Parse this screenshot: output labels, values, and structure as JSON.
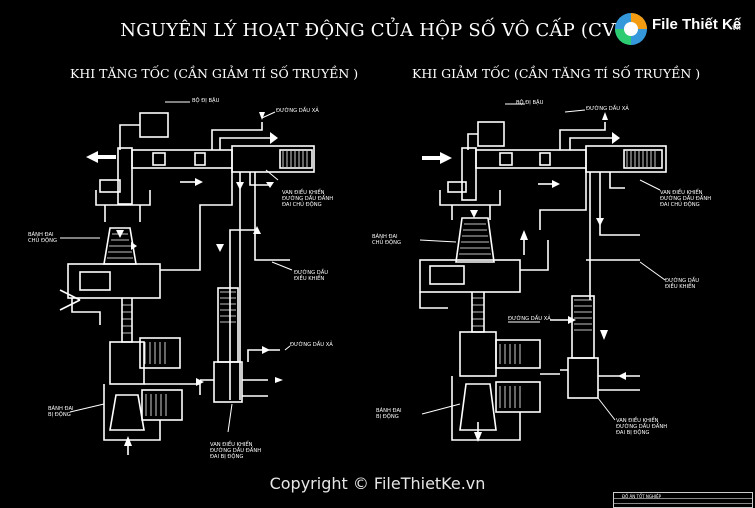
{
  "title": "NGUYÊN LÝ HOẠT ĐỘNG CỦA HỘP SỐ VÔ CẤP (CVT)",
  "left_panel": {
    "heading": "KHI TĂNG TỐC (CẦN GIẢM TÍ SỐ   TRUYỀN )",
    "labels": {
      "l1": "BỘ ĐỊ BẬU",
      "l2": "ĐƯỜNG DẦU  XẢ",
      "l3": "VAN ĐIỀU KHIỂN\nĐƯỜNG DẦU ĐẨNH\nĐAI CHỦ ĐỘNG",
      "l4": "BÁNH ĐAI\nCHỦ ĐỘNG",
      "l5": "ĐƯỜNG DẦU\nĐIỀU KHIỂN",
      "l6": "ĐƯỜNG DẦU  XẢ",
      "l7": "BÁNH ĐAI\nBỊ ĐỘNG",
      "l8": "VAN ĐIỀU KHIỂN\nĐƯỜNG DẦU ĐẨNH\nĐAI BỊ ĐỘNG"
    }
  },
  "right_panel": {
    "heading": "KHI GIẢM TỐC (CẦN TĂNG TÍ SỐ   TRUYỀN )",
    "labels": {
      "r1": "BỘ ĐỊ BẬU",
      "r2": "ĐƯỜNG DẦU  XẢ",
      "r3": "VAN ĐIỀU KHIỂN\nĐƯỜNG DẦU ĐẨNH\nĐAI CHỦ ĐỘNG",
      "r4": "BÁNH ĐAI\nCHỦ ĐỘNG",
      "r5": "ĐƯỜNG DẦU\nĐIỀU KHIỂN",
      "r6": "ĐƯỜNG DẦU  XẢ",
      "r7": "BÁNH ĐAI\nBỊ ĐỘNG",
      "r8": "VAN ĐIỀU KHIỂN\nĐƯỜNG DẦU ĐẨNH\nĐAI BỊ ĐỘNG"
    }
  },
  "watermark": {
    "brand": "File Thiết Kế",
    "domain": ".vn",
    "copyright": "Copyright © FileThietKe.vn"
  },
  "title_block": {
    "line1": "ĐỒ ÁN TỐT NGHIỆP"
  },
  "colors": {
    "background": "#000000",
    "lines": "#ffffff",
    "logo_orange": "#f39c12",
    "logo_green": "#2ecc71",
    "logo_blue": "#3498db"
  }
}
